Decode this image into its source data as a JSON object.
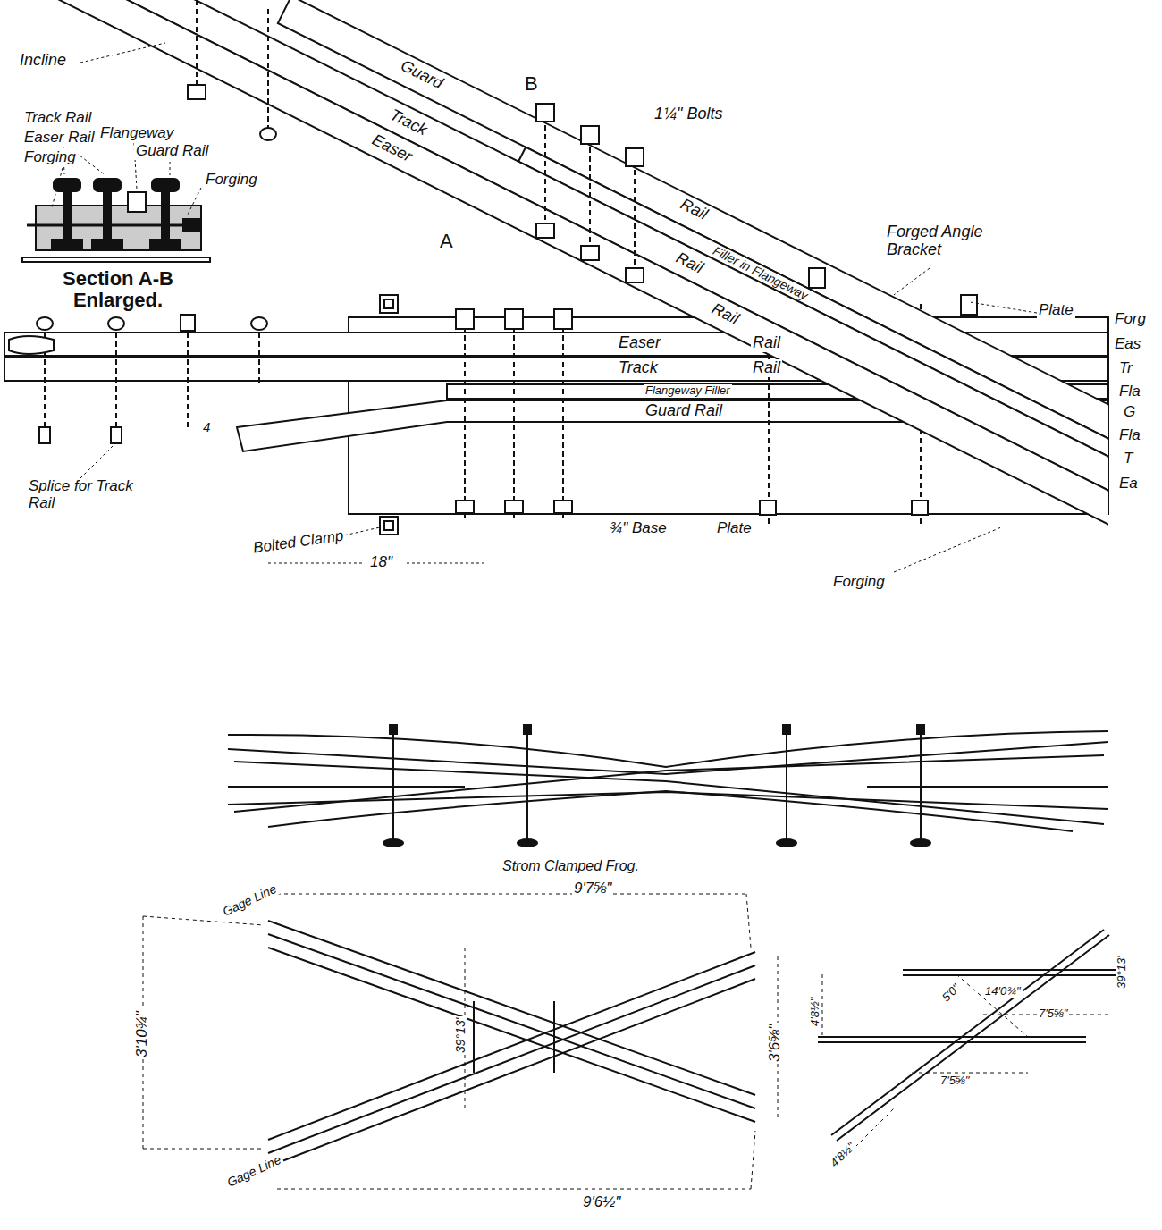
{
  "diagram": {
    "labels": [
      "Incline",
      "Track Rail",
      "Easer Rail",
      "Forging",
      "Flangeway",
      "Guard Rail",
      "Forging",
      "Section A-B Enlarged.",
      "Guard",
      "B",
      "1¼\" Bolts",
      "Track",
      "Easer",
      "Rail",
      "Filler in Flangeway",
      "Rail",
      "Rail",
      "Forged Angle Bracket",
      "A",
      "Plate",
      "Forg",
      "Eas",
      "Tr",
      "Fla",
      "G",
      "Fla",
      "T",
      "Ea",
      "Easer",
      "Rail",
      "Track",
      "Rail",
      "Flangeway Filler",
      "Guard Rail",
      "Splice for Track Rail",
      "4",
      "Bolted Clamp",
      "18\"",
      "¾\" Base",
      "Plate",
      "Forging",
      "Strom Clamped Frog.",
      "Gage Line",
      "9'7⅝\"",
      "3'10¾\"",
      "39°13'",
      "3'6⅝\"",
      "9'6½\"",
      "Gage Line",
      "4'8½\"",
      "14'0¾\"",
      "5'0\"",
      "7'5⅝\"",
      "39°13'",
      "7'5⅝\"",
      "4'8½\""
    ]
  }
}
